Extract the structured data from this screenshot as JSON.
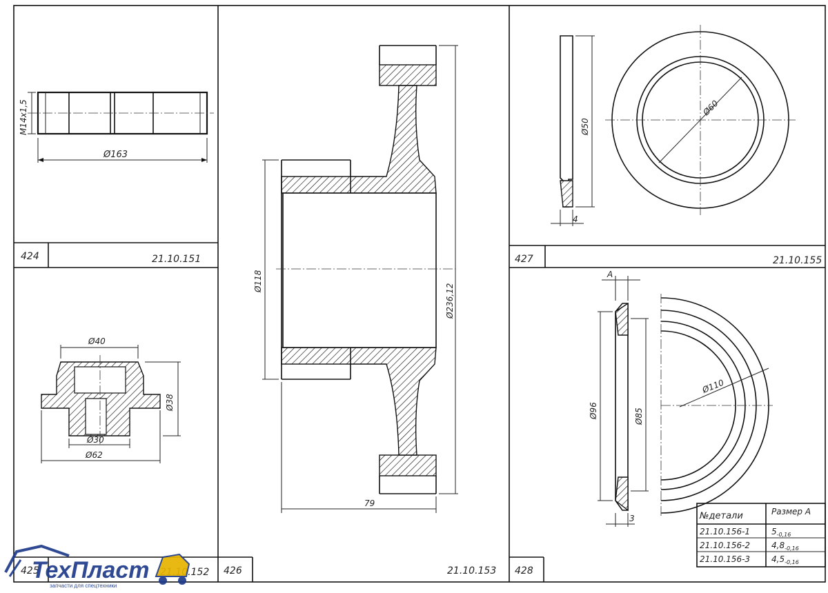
{
  "panels": {
    "p424": {
      "number": "424",
      "code": "21.10.151",
      "dims": {
        "thread": "M14x1,5",
        "diameter": "Ø163"
      }
    },
    "p425": {
      "number": "425",
      "code": "21.10.152",
      "dims": {
        "d40": "Ø40",
        "d30": "Ø30",
        "d62": "Ø62",
        "d38": "Ø38"
      }
    },
    "p426": {
      "number": "426",
      "code": "21.10.153",
      "dims": {
        "d118": "Ø118",
        "d236": "Ø236,12",
        "len": "79"
      }
    },
    "p427": {
      "number": "427",
      "code": "21.10.155",
      "dims": {
        "d60": "Ø60",
        "d50": "Ø50",
        "thick": "4"
      }
    },
    "p428": {
      "number": "428",
      "dims": {
        "a": "A",
        "d110": "Ø110",
        "d96": "Ø96",
        "d85": "Ø85",
        "three": "3"
      }
    }
  },
  "table": {
    "headers": [
      "№детали",
      "Размер A"
    ],
    "rows": [
      {
        "part": "21.10.156-1",
        "size": "5",
        "tol": "-0,16"
      },
      {
        "part": "21.10.156-2",
        "size": "4,8",
        "tol": "-0,16"
      },
      {
        "part": "21.10.156-3",
        "size": "4,5",
        "tol": "-0,16"
      }
    ]
  },
  "watermark": {
    "brand": "ТехПласт",
    "tagline": "запчасти для спецтехники"
  },
  "colors": {
    "ink": "#111111",
    "brand_blue": "#1e3a8a",
    "brand_yellow": "#e8b400"
  }
}
